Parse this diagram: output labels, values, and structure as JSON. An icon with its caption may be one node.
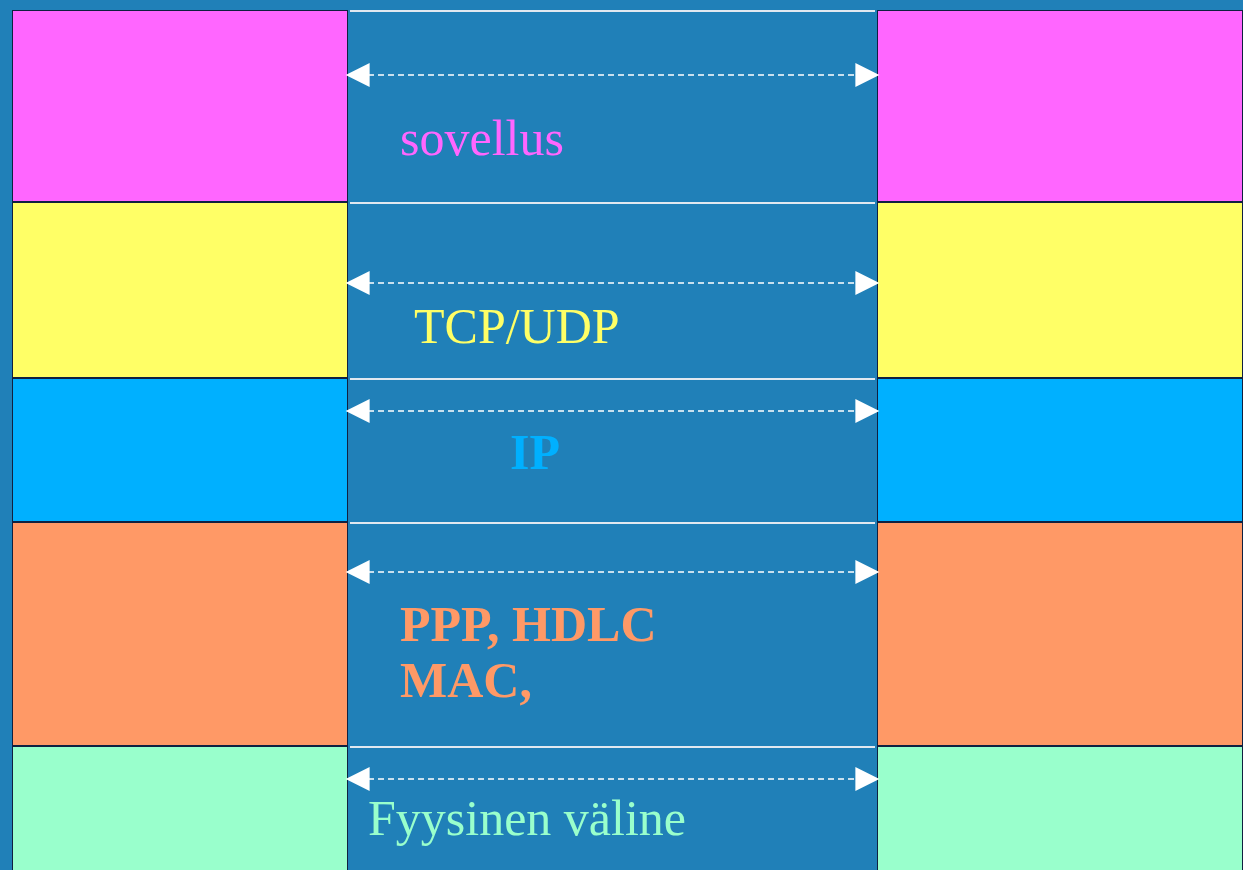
{
  "diagram": {
    "nodes": [
      {
        "text": [],
        "shape": "box"
      },
      {
        "text": [],
        "shape": "box"
      },
      {
        "text": [],
        "shape": "box"
      },
      {
        "text": [],
        "shape": "box"
      },
      {
        "text": [],
        "shape": "box"
      },
      {
        "text": [],
        "shape": "box"
      },
      {
        "text": [],
        "shape": "box"
      },
      {
        "text": [],
        "shape": "box"
      },
      {
        "text": [],
        "shape": "box"
      },
      {
        "text": [],
        "shape": "box"
      }
    ],
    "edges": [
      {
        "from": 0,
        "to": 1,
        "arrow": "both",
        "style": "dashed"
      },
      {
        "from": 2,
        "to": 3,
        "arrow": "both",
        "style": "dashed"
      },
      {
        "from": 4,
        "to": 5,
        "arrow": "both",
        "style": "dashed"
      },
      {
        "from": 6,
        "to": 7,
        "arrow": "both",
        "style": "dashed"
      },
      {
        "from": 8,
        "to": 9,
        "arrow": "both",
        "style": "dashed"
      }
    ],
    "labels": [
      "sovellus",
      "TCP/UDP",
      "IP",
      "PPP, HDLC MAC,",
      "Fyysinen väline"
    ]
  }
}
